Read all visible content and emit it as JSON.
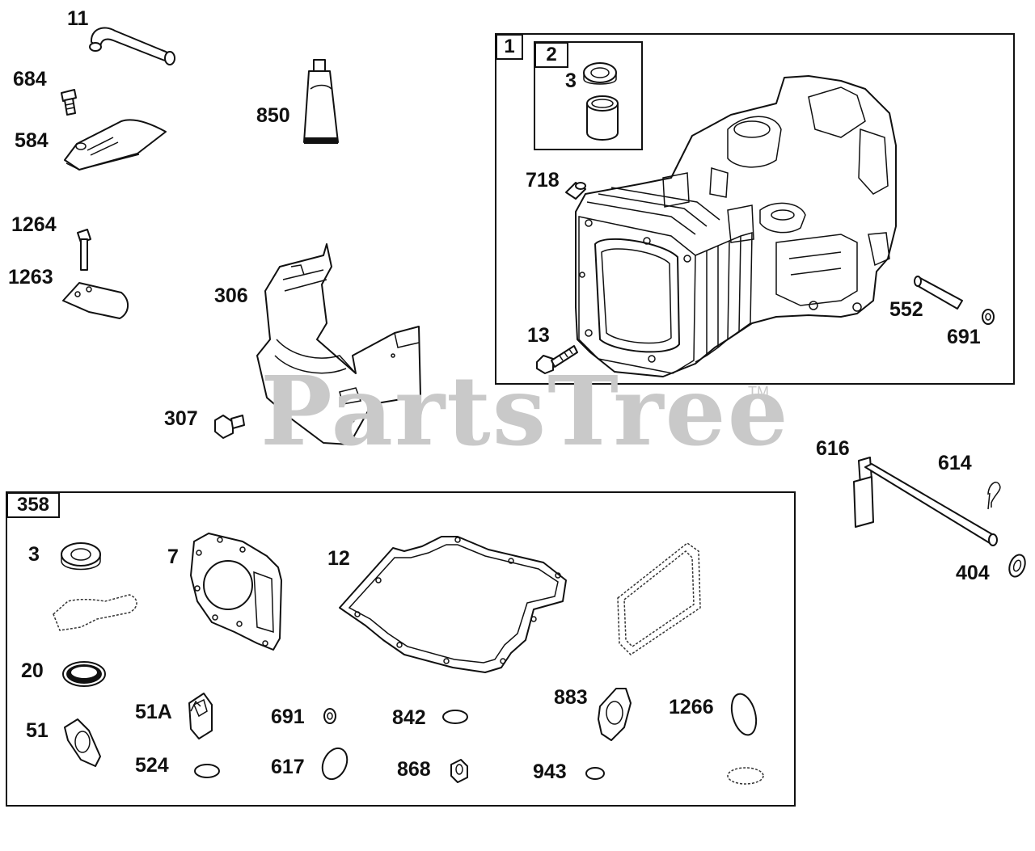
{
  "watermark": {
    "text": "PartsTree",
    "trademark": "TM"
  },
  "boxes": {
    "cylinder_assembly": "1",
    "seal_kit": "2",
    "gasket_set": "358"
  },
  "labels": {
    "p11": "11",
    "p684": "684",
    "p584": "584",
    "p850": "850",
    "p1264": "1264",
    "p1263": "1263",
    "p306": "306",
    "p307": "307",
    "p3_top": "3",
    "p718": "718",
    "p13": "13",
    "p552": "552",
    "p691_top": "691",
    "p616": "616",
    "p614": "614",
    "p404": "404",
    "p3": "3",
    "p7": "7",
    "p12": "12",
    "p20": "20",
    "p51": "51",
    "p51a": "51A",
    "p524": "524",
    "p691": "691",
    "p617": "617",
    "p842": "842",
    "p868": "868",
    "p883": "883",
    "p943": "943",
    "p1266": "1266"
  }
}
